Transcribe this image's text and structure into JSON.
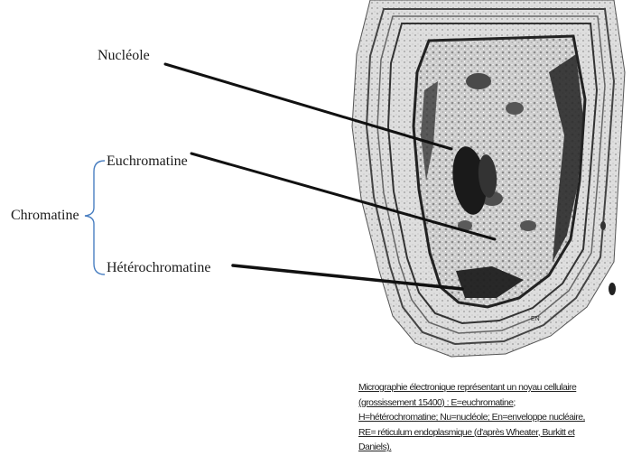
{
  "labels": {
    "nucleole": "Nucléole",
    "euchromatine": "Euchromatine",
    "chromatine": "Chromatine",
    "heterochromatine": "Hétérochromatine"
  },
  "micrograph": {
    "marker_en": "EN"
  },
  "caption": {
    "line1": "Micrographie électronique représentant un noyau cellulaire",
    "line2": "(grossissement 15400) : E=euchromatine;",
    "line3": "H=hétérochromatine; Nu=nucléole; En=enveloppe nucléaire,",
    "line4": "RE= réticulum endoplasmique (d'après Wheater, Burkitt et",
    "line5": "Daniels)."
  },
  "colors": {
    "bracket": "#4a7fc1",
    "leader_line": "#111111"
  }
}
